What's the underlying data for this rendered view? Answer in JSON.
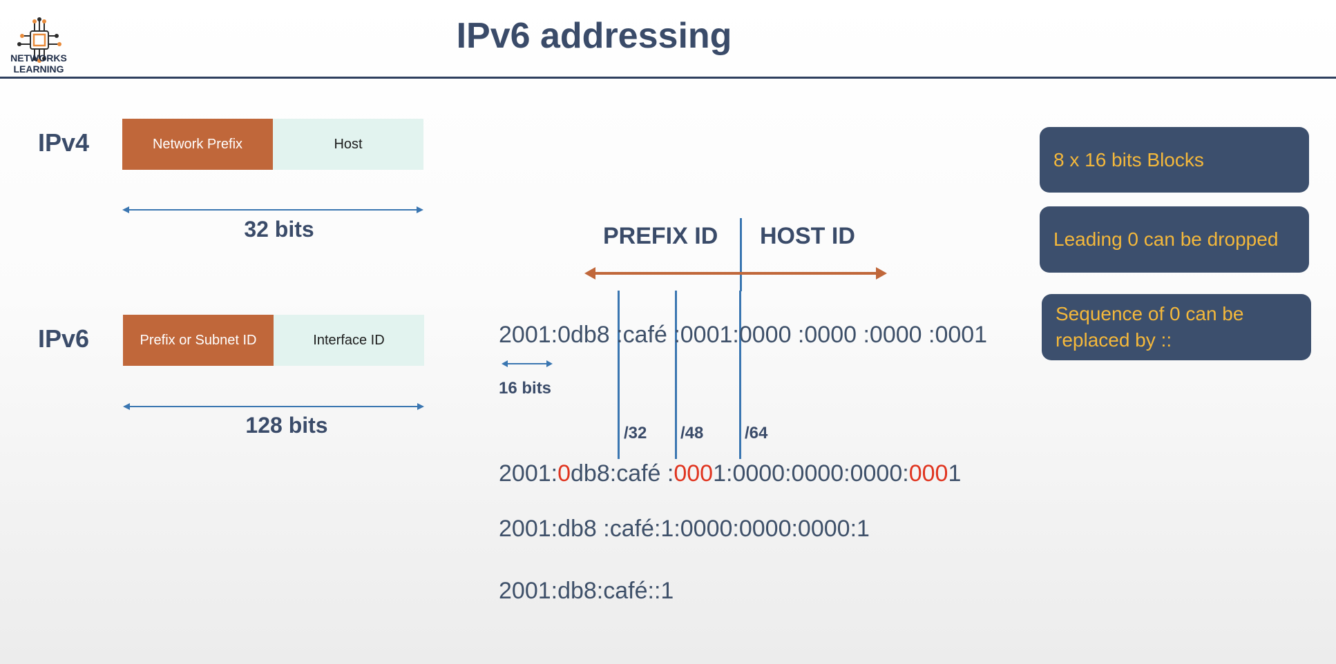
{
  "header": {
    "title": "IPv6 addressing",
    "logo_text_line1": "NETWORKS",
    "logo_text_line2": "LEARNING"
  },
  "ipv4": {
    "label": "IPv4",
    "prefix_box": "Network Prefix",
    "host_box": "Host",
    "bits": "32 bits"
  },
  "ipv6": {
    "label": "IPv6",
    "prefix_box": "Prefix or Subnet ID",
    "host_box": "Interface ID",
    "bits": "128 bits"
  },
  "diagram": {
    "prefix_id": "PREFIX ID",
    "host_id": "HOST ID",
    "full_address": "2001:0db8 :café :0001:0000 :0000 :0000 :0001",
    "block_bits": "16 bits",
    "prefix_32": "/32",
    "prefix_48": "/48",
    "prefix_64": "/64",
    "highlighted_address": {
      "p1": "2001:",
      "r1": "0",
      "p2": "db8:café :",
      "r2": "000",
      "p3": "1:0000:0000:0000:",
      "r3": "000",
      "p4": "1"
    },
    "dropped_zeros": "2001:db8 :café:1:0000:0000:0000:1",
    "compressed": "2001:db8:café::1"
  },
  "notes": [
    "8 x 16 bits Blocks",
    "Leading 0 can be dropped",
    "Sequence of 0 can be replaced by ::"
  ],
  "colors": {
    "navy": "#3c4f6d",
    "orange": "#c0673a",
    "mint": "#e2f3ef",
    "blue_line": "#3a76b1",
    "highlight_red": "#e0341f",
    "note_text": "#f4b83b"
  }
}
